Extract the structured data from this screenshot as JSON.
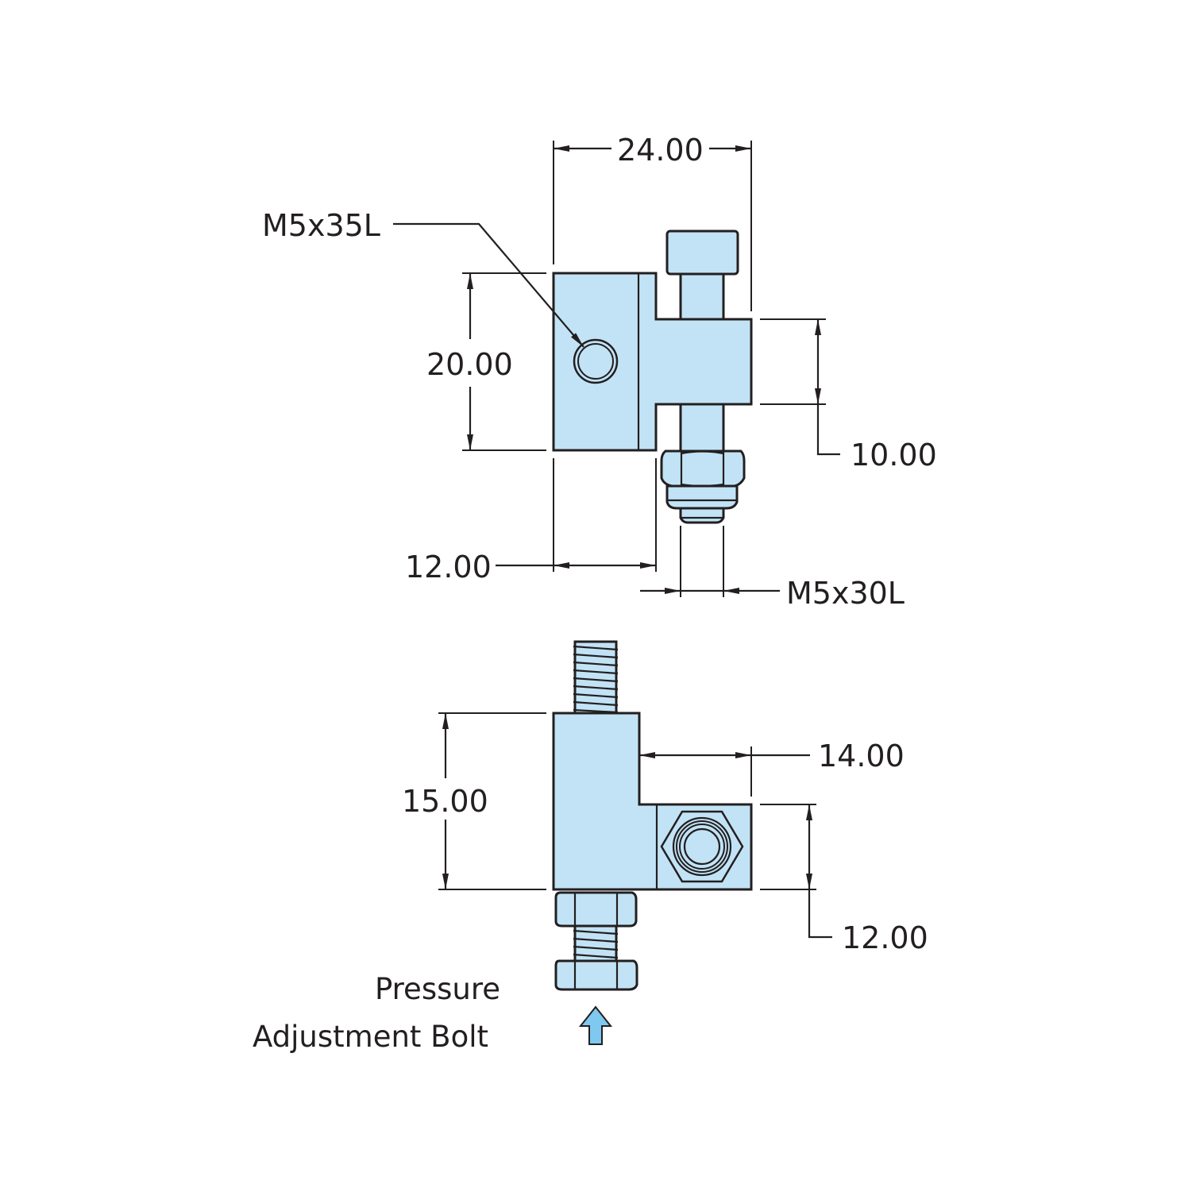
{
  "drawing": {
    "part_fill_color": "#c2e3f6",
    "line_color": "#231f20",
    "arrow_fill_color": "#7fc8ef"
  },
  "top_view": {
    "width_dim": "24.00",
    "height_dim": "20.00",
    "flange_height_dim": "10.00",
    "block_depth_dim": "12.00",
    "set_screw_callout": "M5x35L",
    "bolt_callout": "M5x30L"
  },
  "bottom_view": {
    "height_dim": "15.00",
    "step_width_dim": "14.00",
    "flange_height_dim": "12.00",
    "label_line1": "Pressure",
    "label_line2": "Adjustment Bolt",
    "arrow_icon": "up-arrow"
  }
}
